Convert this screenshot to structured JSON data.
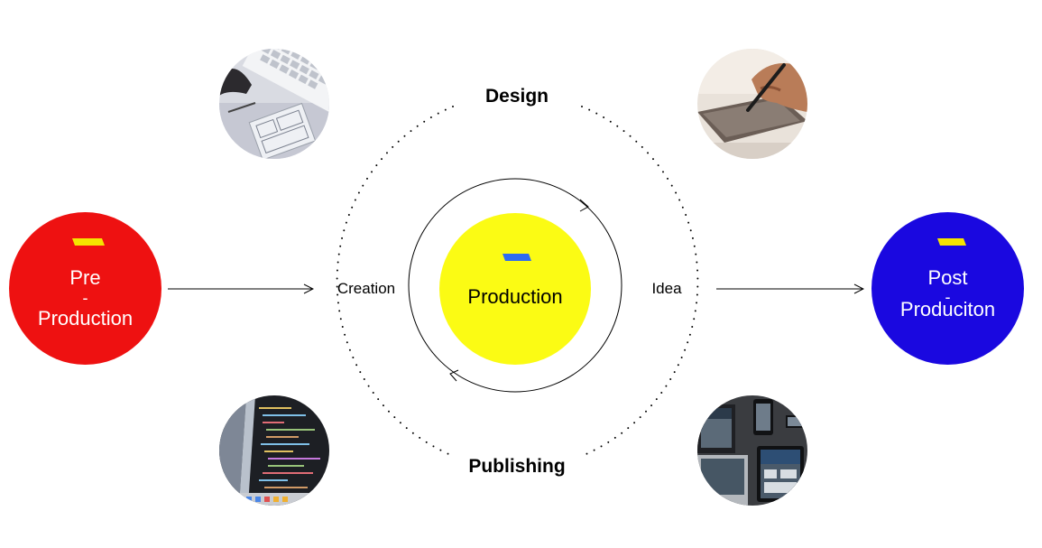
{
  "stages": {
    "pre": {
      "line1": "Pre",
      "line2": "-",
      "line3": "Production",
      "color": "#ee1111"
    },
    "production": {
      "label": "Production",
      "color": "#fbfb14"
    },
    "post": {
      "line1": "Post",
      "line2": "-",
      "line3": "Produciton",
      "color": "#1a08e0"
    }
  },
  "cycle": {
    "top": "Design",
    "bottom": "Publishing",
    "left": "Creation",
    "right": "Idea"
  },
  "accent": {
    "yellow": "#f5e400",
    "blue": "#2e6bef"
  },
  "photos": [
    "keyboard-wireframe-photo",
    "tablet-stylus-photo",
    "code-screen-photo",
    "responsive-devices-photo"
  ]
}
